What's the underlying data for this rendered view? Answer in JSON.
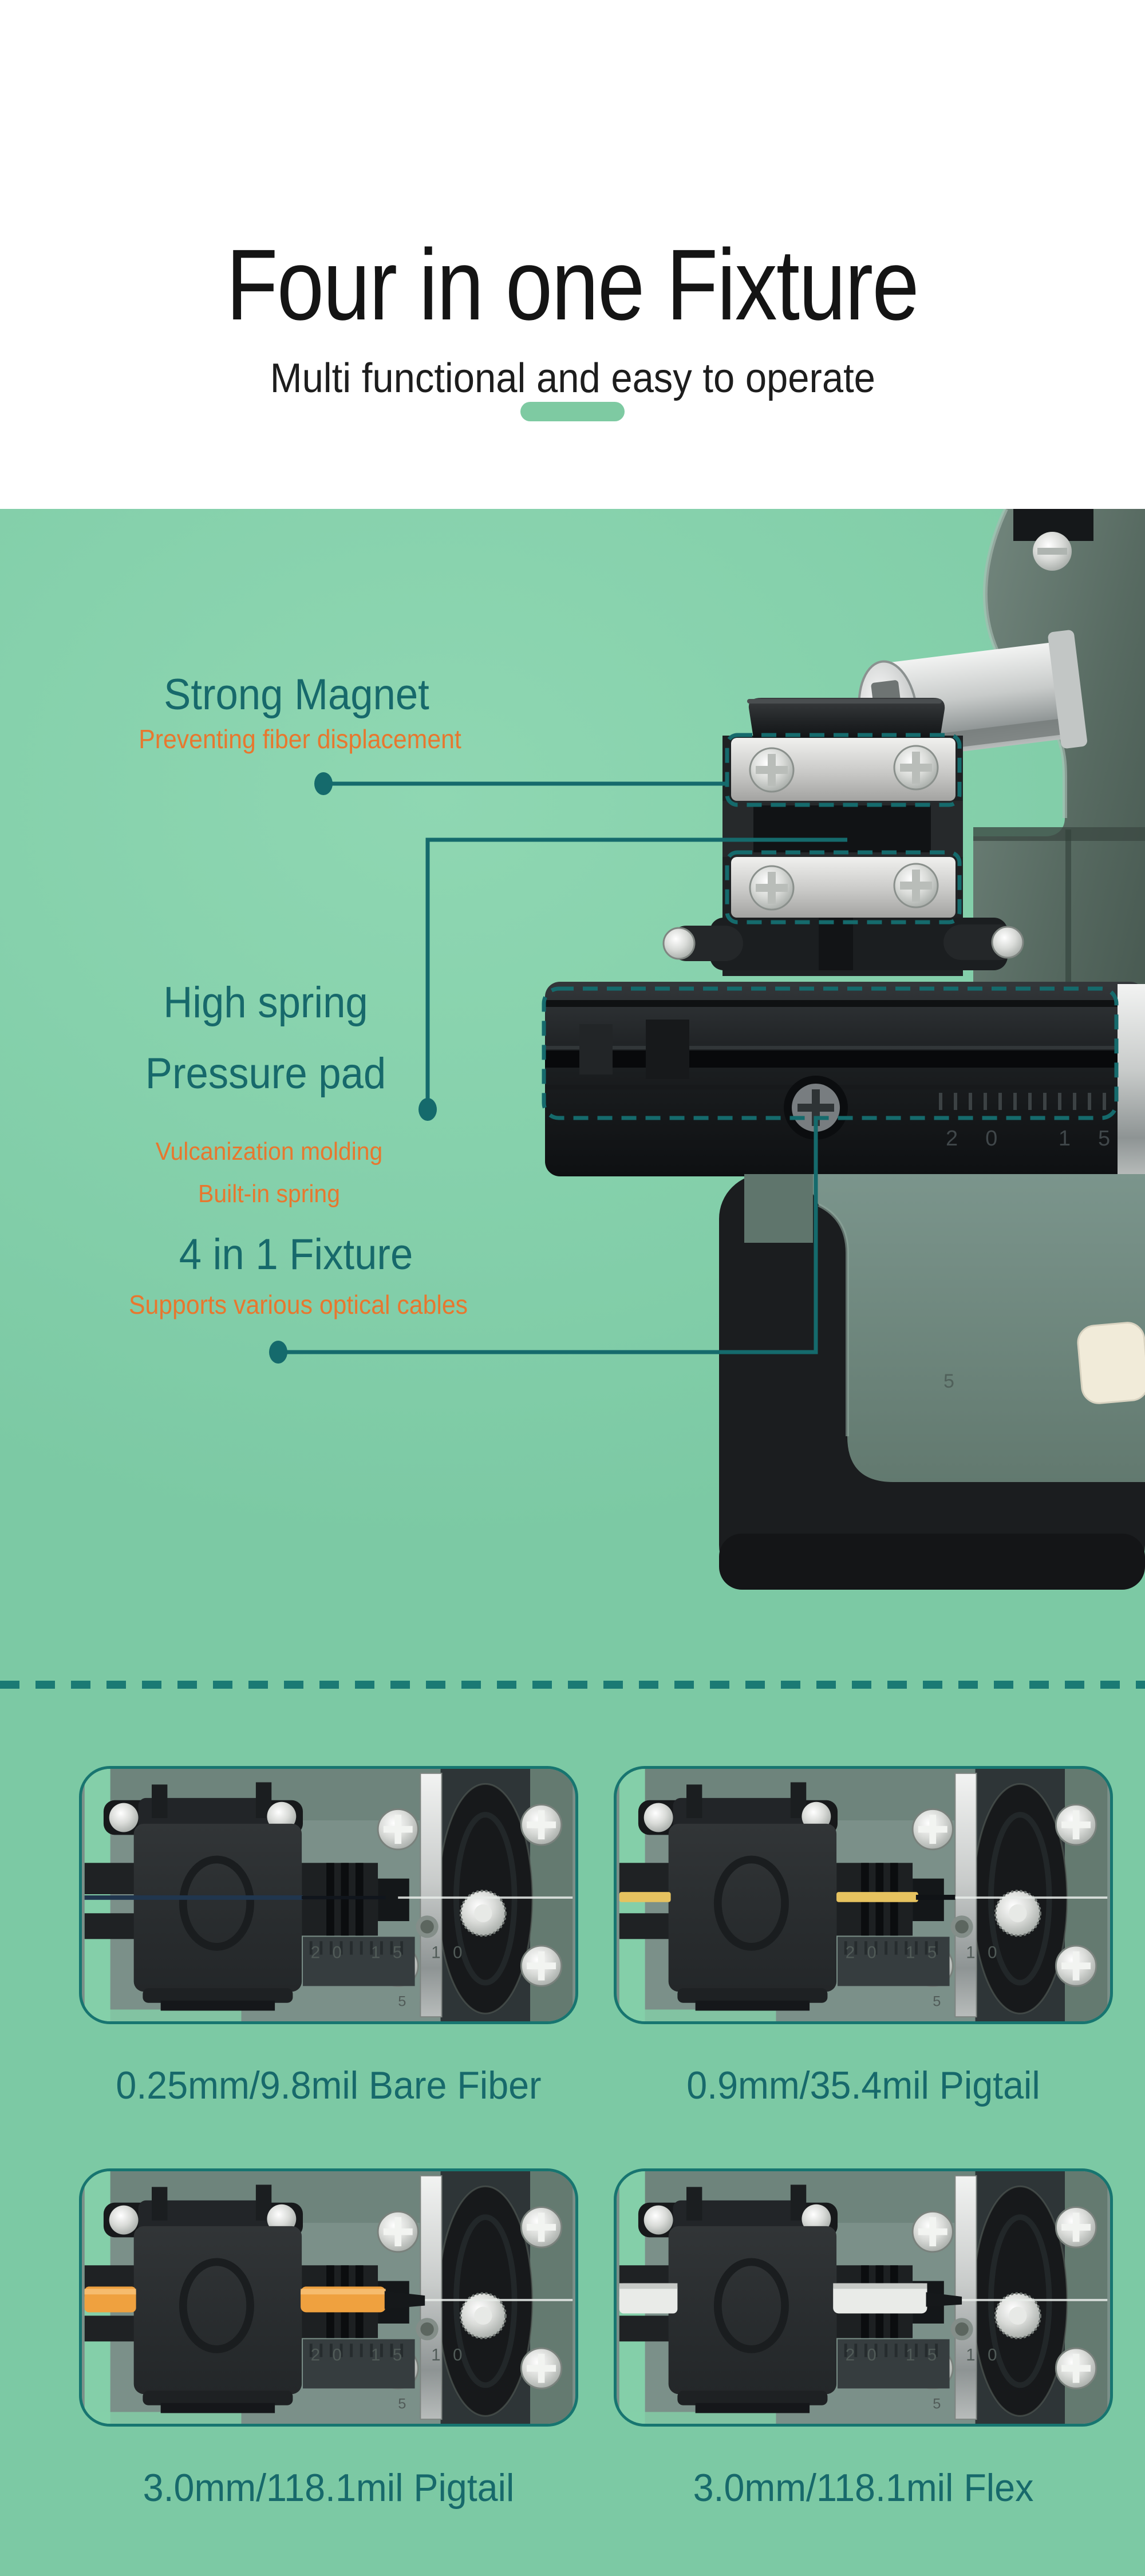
{
  "header": {
    "title": "Four in one Fixture",
    "subtitle": "Multi functional and easy to operate"
  },
  "theme": {
    "teal": "#17696b",
    "orange": "#e8772e",
    "green_background": "#86d1ac",
    "accent_bar": "#7ecaa2",
    "card_border": "#177570",
    "divider_dash": "#1b7a74",
    "caption_color": "#17696b"
  },
  "callouts": {
    "magnet": {
      "title": "Strong Magnet",
      "subtitle": "Preventing fiber displacement"
    },
    "pad": {
      "title_line1": "High spring",
      "title_line2": "Pressure pad",
      "subtitle_line1": "Vulcanization molding",
      "subtitle_line2": "Built-in spring"
    },
    "fixture": {
      "title": "4 in 1 Fixture",
      "subtitle": "Supports various optical cables"
    }
  },
  "product": {
    "ruler_text": "20 15 10",
    "ruler_five": "5"
  },
  "gallery": {
    "cards": [
      {
        "label": "0.25mm/9.8mil Bare Fiber",
        "fiber": "bare"
      },
      {
        "label": "0.9mm/35.4mil Pigtail",
        "fiber": "yellow"
      },
      {
        "label": "3.0mm/118.1mil Pigtail",
        "fiber": "orange"
      },
      {
        "label": "3.0mm/118.1mil Flex",
        "fiber": "white"
      }
    ]
  }
}
